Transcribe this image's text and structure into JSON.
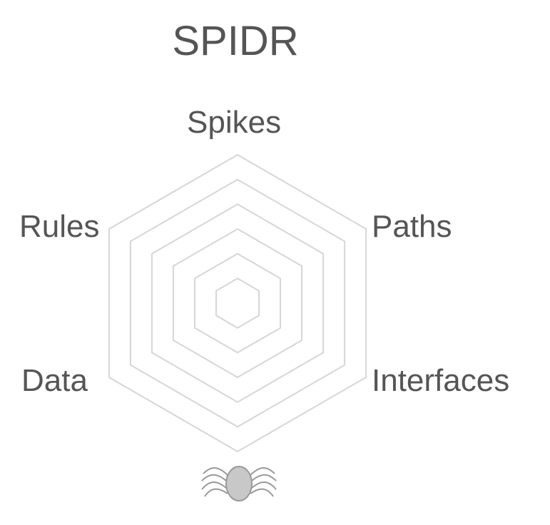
{
  "title": "SPIDR",
  "axes": [
    "Spikes",
    "Paths",
    "Interfaces",
    "Data",
    "Rules"
  ],
  "colors": {
    "text": "#555555",
    "web_lines": "#d6d6d6",
    "spider_body": "#c8c8c8",
    "spider_outline": "#9a9a9a"
  },
  "web_rings": 6,
  "icons": [
    "spider-icon"
  ]
}
